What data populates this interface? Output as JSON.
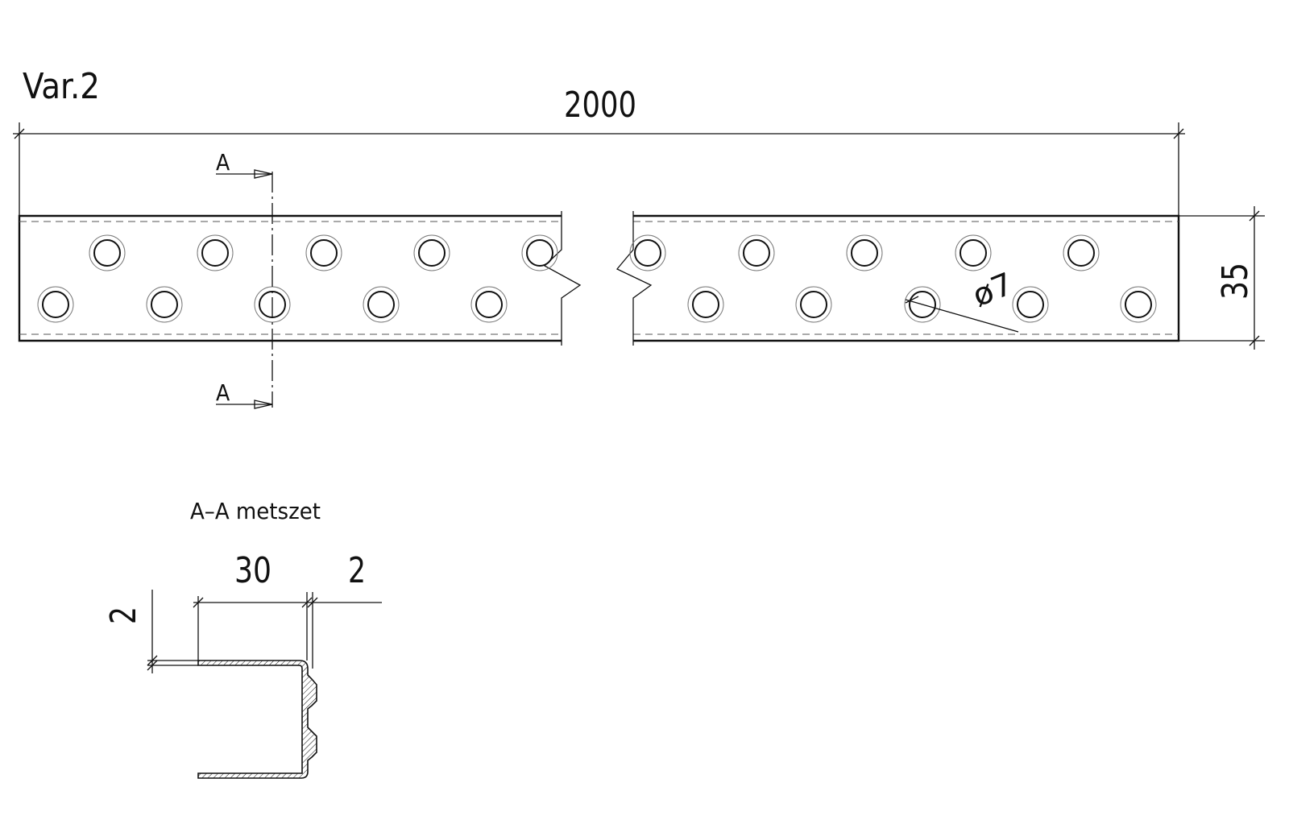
{
  "variant_label": "Var.2",
  "dimensions": {
    "total_length": "2000",
    "height": "35",
    "hole_diameter": "ø7"
  },
  "section_marker": {
    "top": "A",
    "bottom": "A"
  },
  "section": {
    "title": "A–A metszet",
    "width_label": "30",
    "thickness_label": "2",
    "flange_thickness_label": "2"
  }
}
